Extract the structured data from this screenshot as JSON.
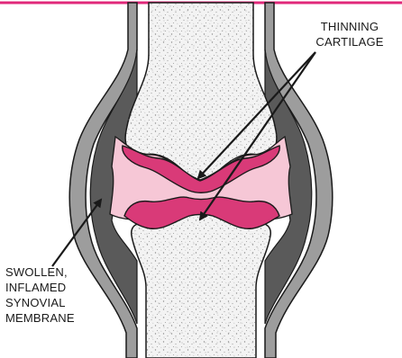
{
  "labels": {
    "cartilage": [
      "THINNING",
      "CARTILAGE"
    ],
    "synovial": [
      "SWOLLEN,",
      "INFLAMED",
      "SYNOVIAL",
      "MEMBRANE"
    ]
  },
  "colors": {
    "top_line": "#e0287a",
    "capsule_outer": "#9d9d9d",
    "capsule_inner": "#5a5a5a",
    "bone_fill": "#f2f2f2",
    "bone_dots": "#9a9a9a",
    "cartilage_pink": "#d93a78",
    "cartilage_light": "#f6c7d6",
    "outline": "#1a1a1a"
  }
}
